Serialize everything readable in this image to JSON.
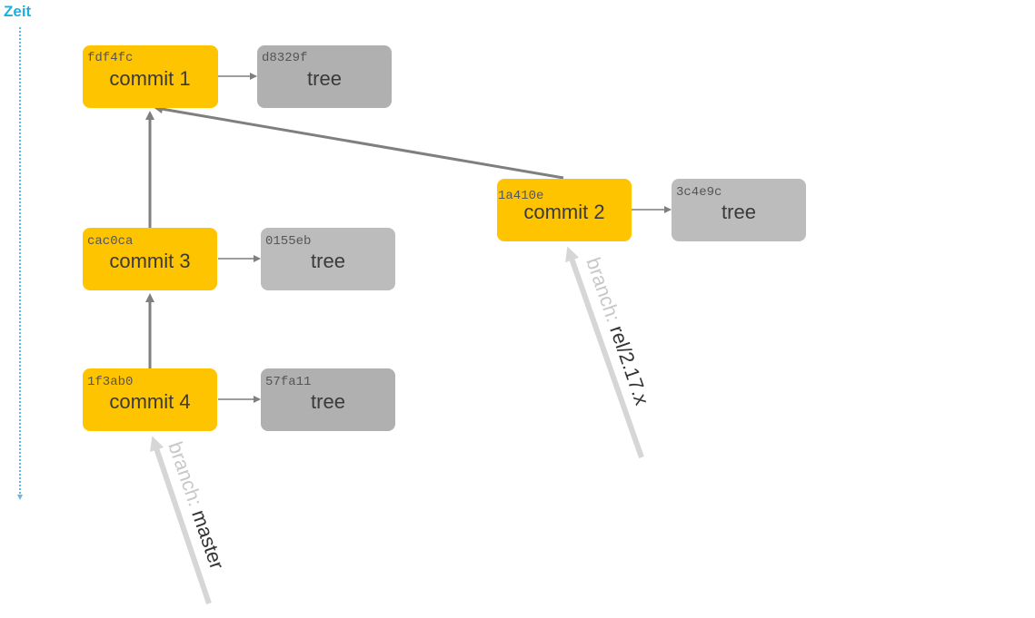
{
  "time_axis": {
    "label": "Zeit",
    "color": "#1ab0e0"
  },
  "colors": {
    "commit": "#ffc400",
    "tree": "#b4b4b4",
    "edge": "#7f7f7f",
    "branch_arrow": "#d6d6d6"
  },
  "commits": [
    {
      "id": "c1",
      "hash": "fdf4fc",
      "label": "commit 1",
      "tree_hash": "d8329f",
      "tree_label": "tree"
    },
    {
      "id": "c2",
      "hash": "1a410e",
      "label": "commit 2",
      "tree_hash": "3c4e9c",
      "tree_label": "tree"
    },
    {
      "id": "c3",
      "hash": "cac0ca",
      "label": "commit 3",
      "tree_hash": "0155eb",
      "tree_label": "tree"
    },
    {
      "id": "c4",
      "hash": "1f3ab0",
      "label": "commit 4",
      "tree_hash": "57fa11",
      "tree_label": "tree"
    }
  ],
  "parents": [
    {
      "from": "c3",
      "to": "c1"
    },
    {
      "from": "c4",
      "to": "c3"
    },
    {
      "from": "c2",
      "to": "c1"
    }
  ],
  "branches": [
    {
      "prefix": "branch: ",
      "name": "master",
      "target": "c4"
    },
    {
      "prefix": "branch: ",
      "name": "rel/2.17.x",
      "target": "c2"
    }
  ]
}
